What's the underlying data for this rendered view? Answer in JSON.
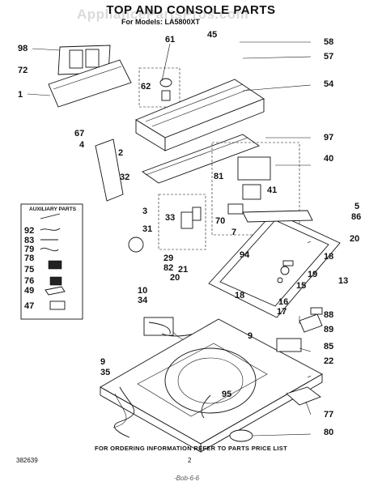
{
  "header": {
    "title": "TOP AND CONSOLE PARTS",
    "subtitle": "For Models: LA5800XT",
    "watermark": "AppliancePartsPros.com"
  },
  "aux_box": {
    "title": "AUXILIARY PARTS",
    "labels": [
      "92",
      "83",
      "79",
      "78",
      "75",
      "76",
      "49",
      "47"
    ]
  },
  "callouts": [
    "98",
    "61",
    "45",
    "58",
    "57",
    "72",
    "1",
    "62",
    "54",
    "67",
    "4",
    "2",
    "97",
    "40",
    "32",
    "81",
    "41",
    "3",
    "70",
    "5",
    "86",
    "33",
    "7",
    "20",
    "31",
    "94",
    "18",
    "29",
    "82",
    "21",
    "13",
    "20",
    "15",
    "19",
    "10",
    "34",
    "18",
    "16",
    "17",
    "9",
    "88",
    "89",
    "85",
    "22",
    "9",
    "35",
    "95",
    "77",
    "80"
  ],
  "footer": {
    "ordering_note": "FOR ORDERING INFORMATION REFER TO PARTS PRICE LIST",
    "doc_number": "382639",
    "page_number": "2",
    "handwritten_note": "-Bob-6-6"
  }
}
